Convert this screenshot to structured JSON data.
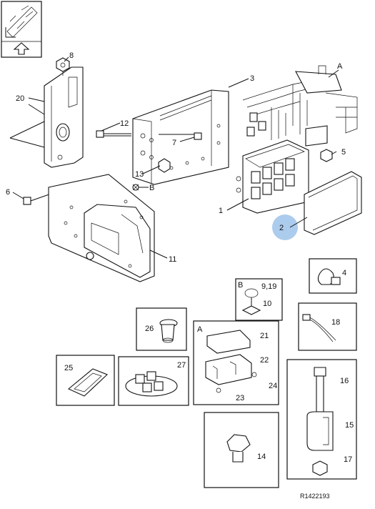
{
  "callouts": {
    "c1": "1",
    "c2": "2",
    "c3": "3",
    "c4": "4",
    "c5": "5",
    "c6": "6",
    "c7": "7",
    "c8": "8",
    "c9_19": "9,19",
    "c10": "10",
    "c11": "11",
    "c12": "12",
    "c13": "13",
    "c14": "14",
    "c15": "15",
    "c16": "16",
    "c17": "17",
    "c18": "18",
    "c20": "20",
    "c21": "21",
    "c22": "22",
    "c23": "23",
    "c24": "24",
    "c25": "25",
    "c26": "26",
    "c27": "27"
  },
  "letters": {
    "a_main": "A",
    "b_main": "B",
    "a_box": "A",
    "b_box": "B"
  },
  "ref_number": "R1422193",
  "highlight_color": "#9ec3ea",
  "icons": [
    "orientation-arrow-icon",
    "up-arrow-icon"
  ]
}
